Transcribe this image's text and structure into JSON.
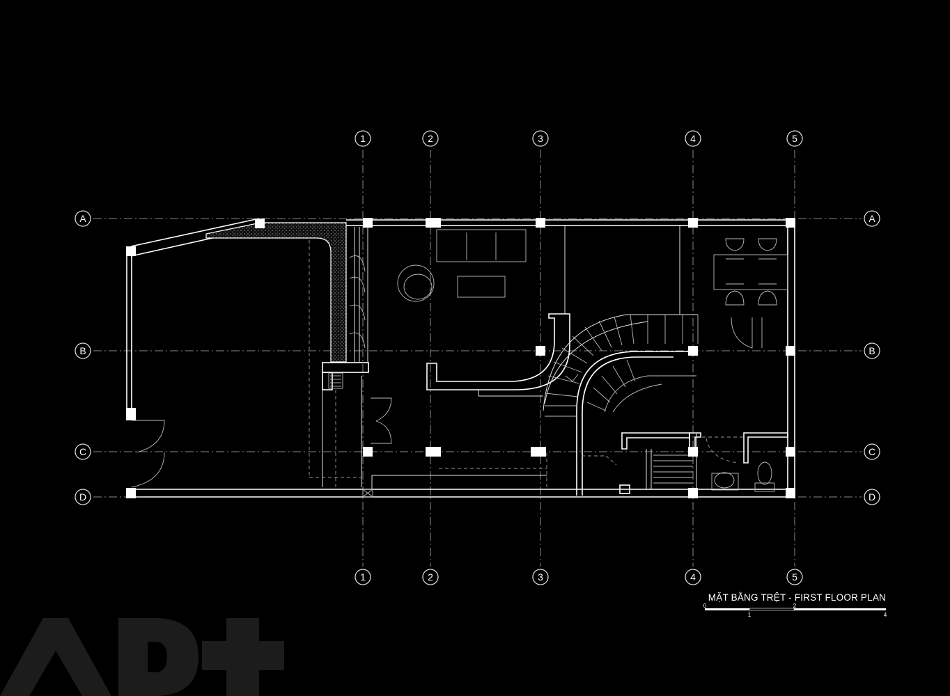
{
  "drawing": {
    "title": "MẶT BẰNG TRỆT - FIRST FLOOR PLAN",
    "grid_columns": [
      "1",
      "2",
      "3",
      "4",
      "5"
    ],
    "grid_rows": [
      "A",
      "B",
      "C",
      "D"
    ],
    "scale_bar": {
      "labels": [
        "0",
        "1",
        "2",
        "4"
      ]
    },
    "watermark": "AD+"
  },
  "colors": {
    "background": "#000000",
    "lines": "#ffffff",
    "watermark": "#1c1c1c"
  }
}
